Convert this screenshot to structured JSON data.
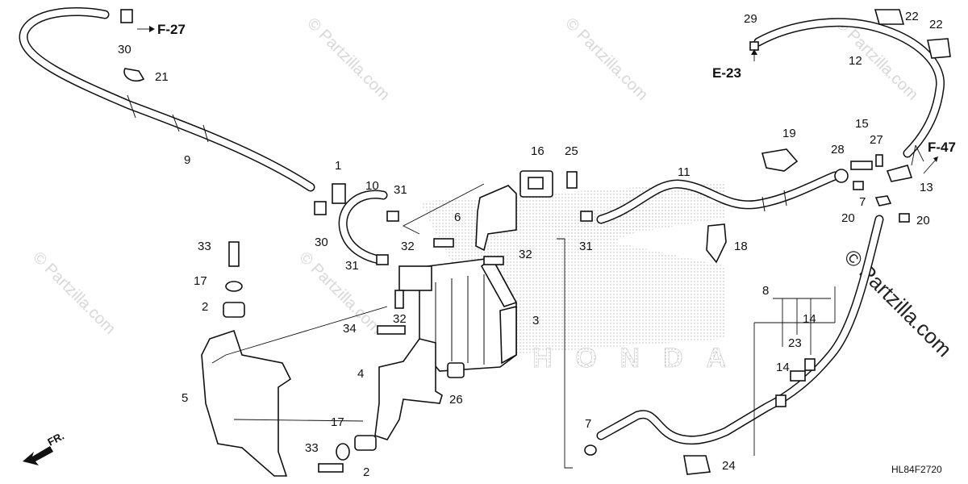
{
  "watermarks": {
    "partzilla": "© Partzilla.com",
    "partzilla_large": "© Partzilla.com",
    "honda": "HONDA"
  },
  "diagram_code": "HL84F2720",
  "front_marker": "FR.",
  "references": [
    "F-27",
    "E-23",
    "F-47"
  ],
  "callouts": [
    {
      "id": "c1",
      "text": "1"
    },
    {
      "id": "c2a",
      "text": "2"
    },
    {
      "id": "c2b",
      "text": "2"
    },
    {
      "id": "c3",
      "text": "3"
    },
    {
      "id": "c4",
      "text": "4"
    },
    {
      "id": "c5",
      "text": "5"
    },
    {
      "id": "c6",
      "text": "6"
    },
    {
      "id": "c7a",
      "text": "7"
    },
    {
      "id": "c7b",
      "text": "7"
    },
    {
      "id": "c8",
      "text": "8"
    },
    {
      "id": "c9",
      "text": "9"
    },
    {
      "id": "c10",
      "text": "10"
    },
    {
      "id": "c11",
      "text": "11"
    },
    {
      "id": "c12",
      "text": "12"
    },
    {
      "id": "c13",
      "text": "13"
    },
    {
      "id": "c14a",
      "text": "14"
    },
    {
      "id": "c14b",
      "text": "14"
    },
    {
      "id": "c15",
      "text": "15"
    },
    {
      "id": "c16",
      "text": "16"
    },
    {
      "id": "c17a",
      "text": "17"
    },
    {
      "id": "c17b",
      "text": "17"
    },
    {
      "id": "c18",
      "text": "18"
    },
    {
      "id": "c19",
      "text": "19"
    },
    {
      "id": "c20a",
      "text": "20"
    },
    {
      "id": "c20b",
      "text": "20"
    },
    {
      "id": "c21",
      "text": "21"
    },
    {
      "id": "c22a",
      "text": "22"
    },
    {
      "id": "c22b",
      "text": "22"
    },
    {
      "id": "c23",
      "text": "23"
    },
    {
      "id": "c24",
      "text": "24"
    },
    {
      "id": "c25",
      "text": "25"
    },
    {
      "id": "c26",
      "text": "26"
    },
    {
      "id": "c27",
      "text": "27"
    },
    {
      "id": "c28",
      "text": "28"
    },
    {
      "id": "c29",
      "text": "29"
    },
    {
      "id": "c30a",
      "text": "30"
    },
    {
      "id": "c30b",
      "text": "30"
    },
    {
      "id": "c31a",
      "text": "31"
    },
    {
      "id": "c31b",
      "text": "31"
    },
    {
      "id": "c31c",
      "text": "31"
    },
    {
      "id": "c32a",
      "text": "32"
    },
    {
      "id": "c32b",
      "text": "32"
    },
    {
      "id": "c32c",
      "text": "32"
    },
    {
      "id": "c33a",
      "text": "33"
    },
    {
      "id": "c33b",
      "text": "33"
    },
    {
      "id": "c34",
      "text": "34"
    }
  ]
}
